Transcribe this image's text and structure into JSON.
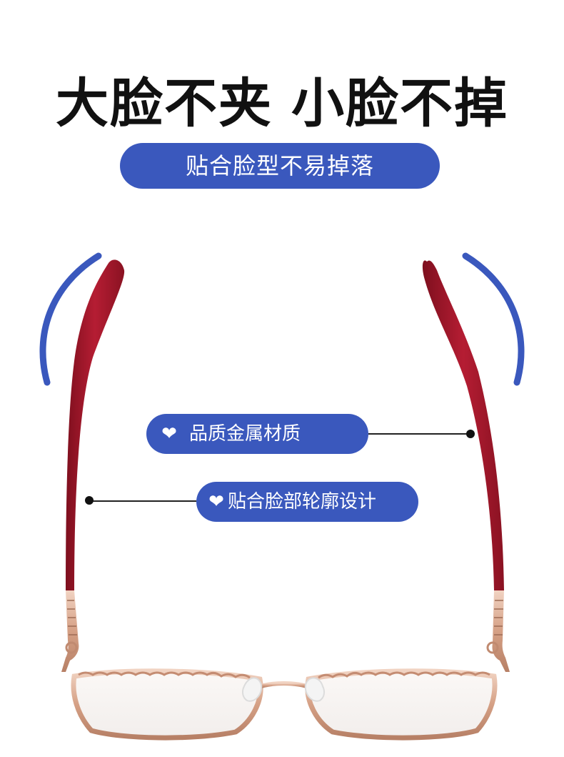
{
  "headline": {
    "part1": "大脸不夹",
    "part2": "小脸不掉"
  },
  "subtitle": "贴合脸型不易掉落",
  "features": [
    {
      "icon": "heart-icon",
      "label": "品质金属材质"
    },
    {
      "icon": "heart-icon",
      "label": "贴合脸部轮廓设计"
    }
  ],
  "colors": {
    "accent": "#3a58bd",
    "temple_red": "#a5182b",
    "frame_gold": "#d9a98f"
  }
}
